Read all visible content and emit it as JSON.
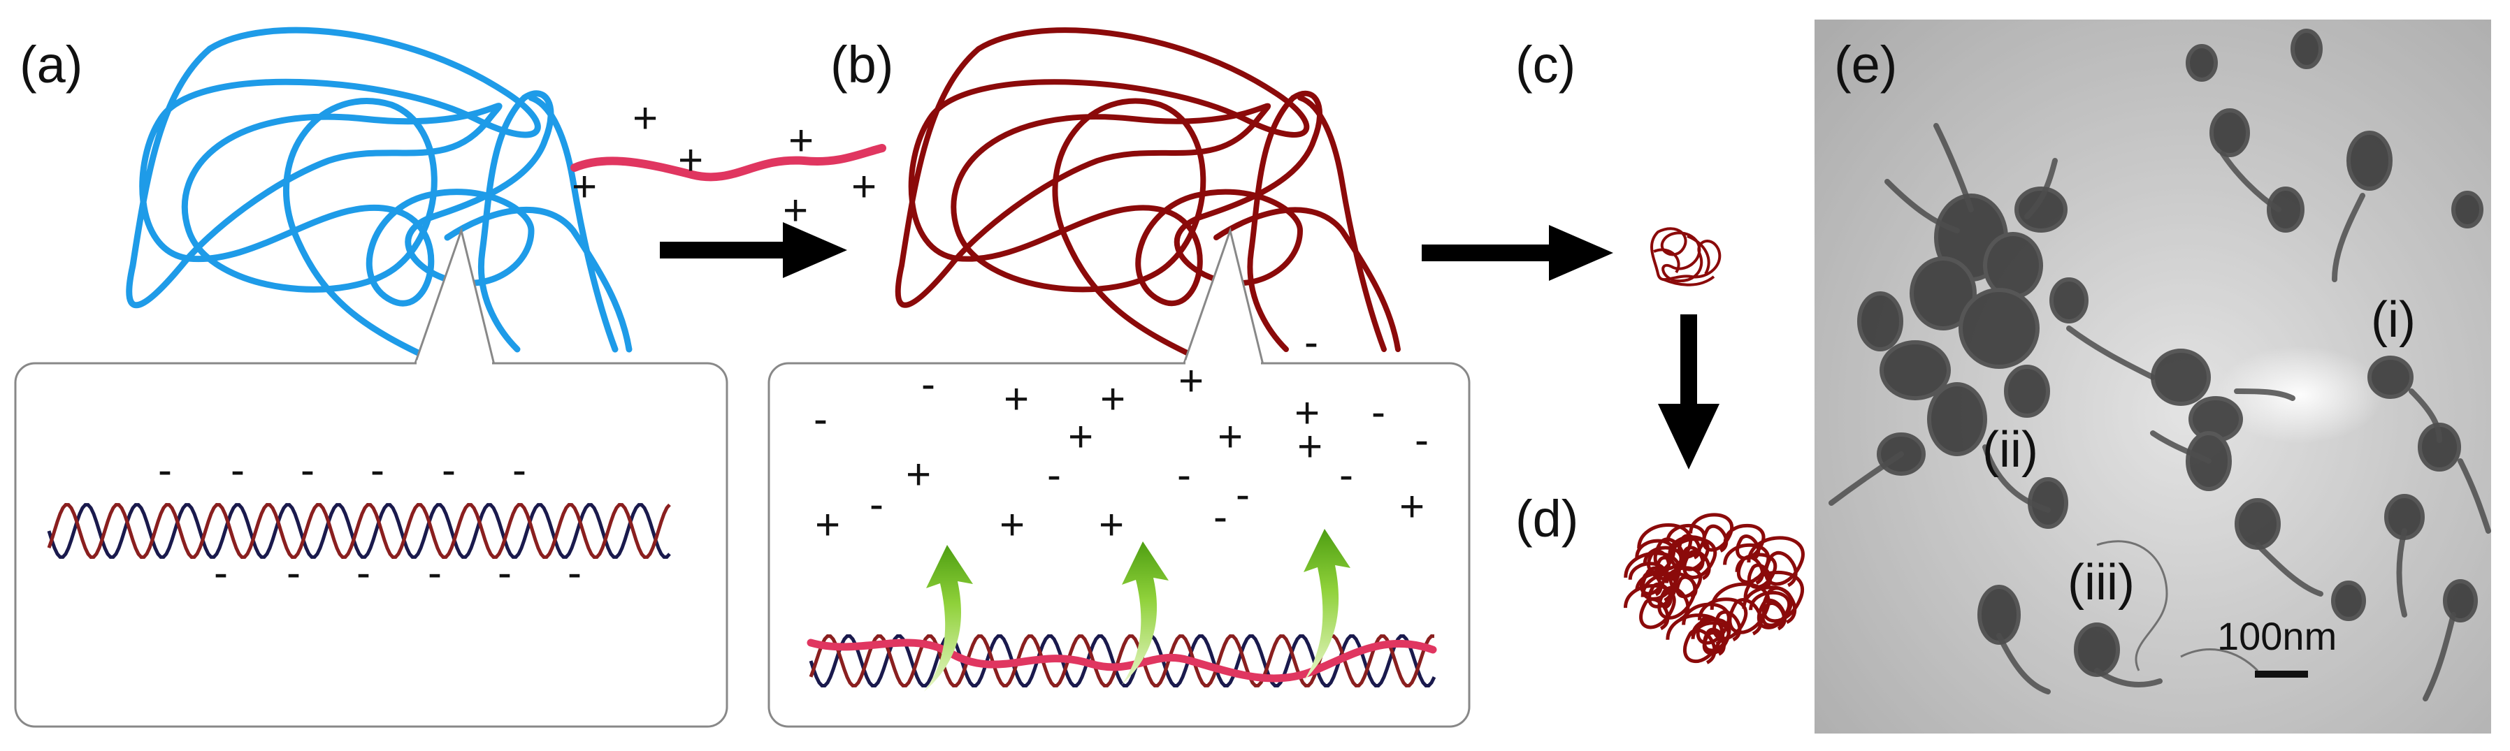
{
  "panels": {
    "a": "(a)",
    "b": "(b)",
    "c": "(c)",
    "d": "(d)",
    "e": "(e)"
  },
  "tem": {
    "label_i": "(i)",
    "label_ii": "(ii)",
    "label_iii": "(iii)",
    "scale_bar": "100nm"
  },
  "symbols": {
    "plus": "+",
    "minus": "-"
  },
  "colors": {
    "free_chain": "#1E9BE8",
    "bound_chain": "#8B0A0A",
    "polycation": "#E03660",
    "arrow_green": "#6FC21F",
    "helix_strand_a": "#1a1a4d",
    "helix_strand_b": "#8a1f1f"
  }
}
